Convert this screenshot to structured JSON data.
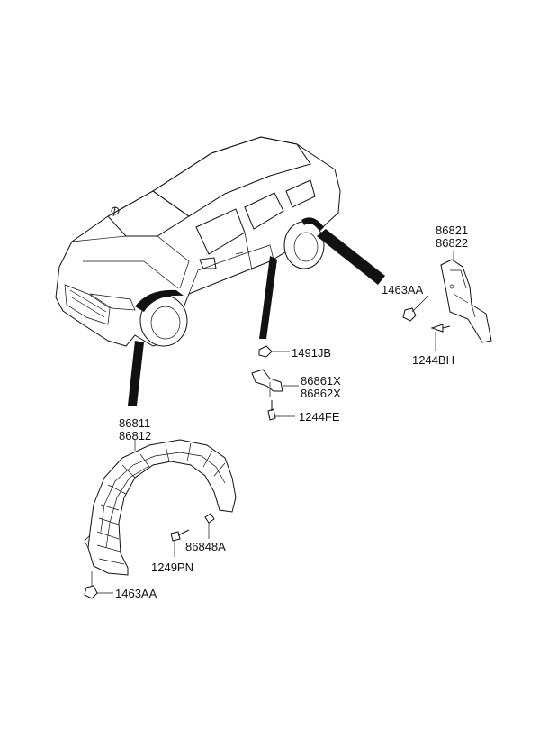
{
  "labels": {
    "front_liner_lh": "86811",
    "front_liner_rh": "86812",
    "rear_guard_lh": "86821",
    "rear_guard_rh": "86822",
    "nut_rear": "1463AA",
    "nut_front": "1463AA",
    "screw_rear": "1244BH",
    "clip": "1491JB",
    "bracket_lh": "86861X",
    "bracket_rh": "86862X",
    "screw_bracket": "1244FE",
    "retainer": "86848A",
    "screw_front": "1249PN"
  }
}
